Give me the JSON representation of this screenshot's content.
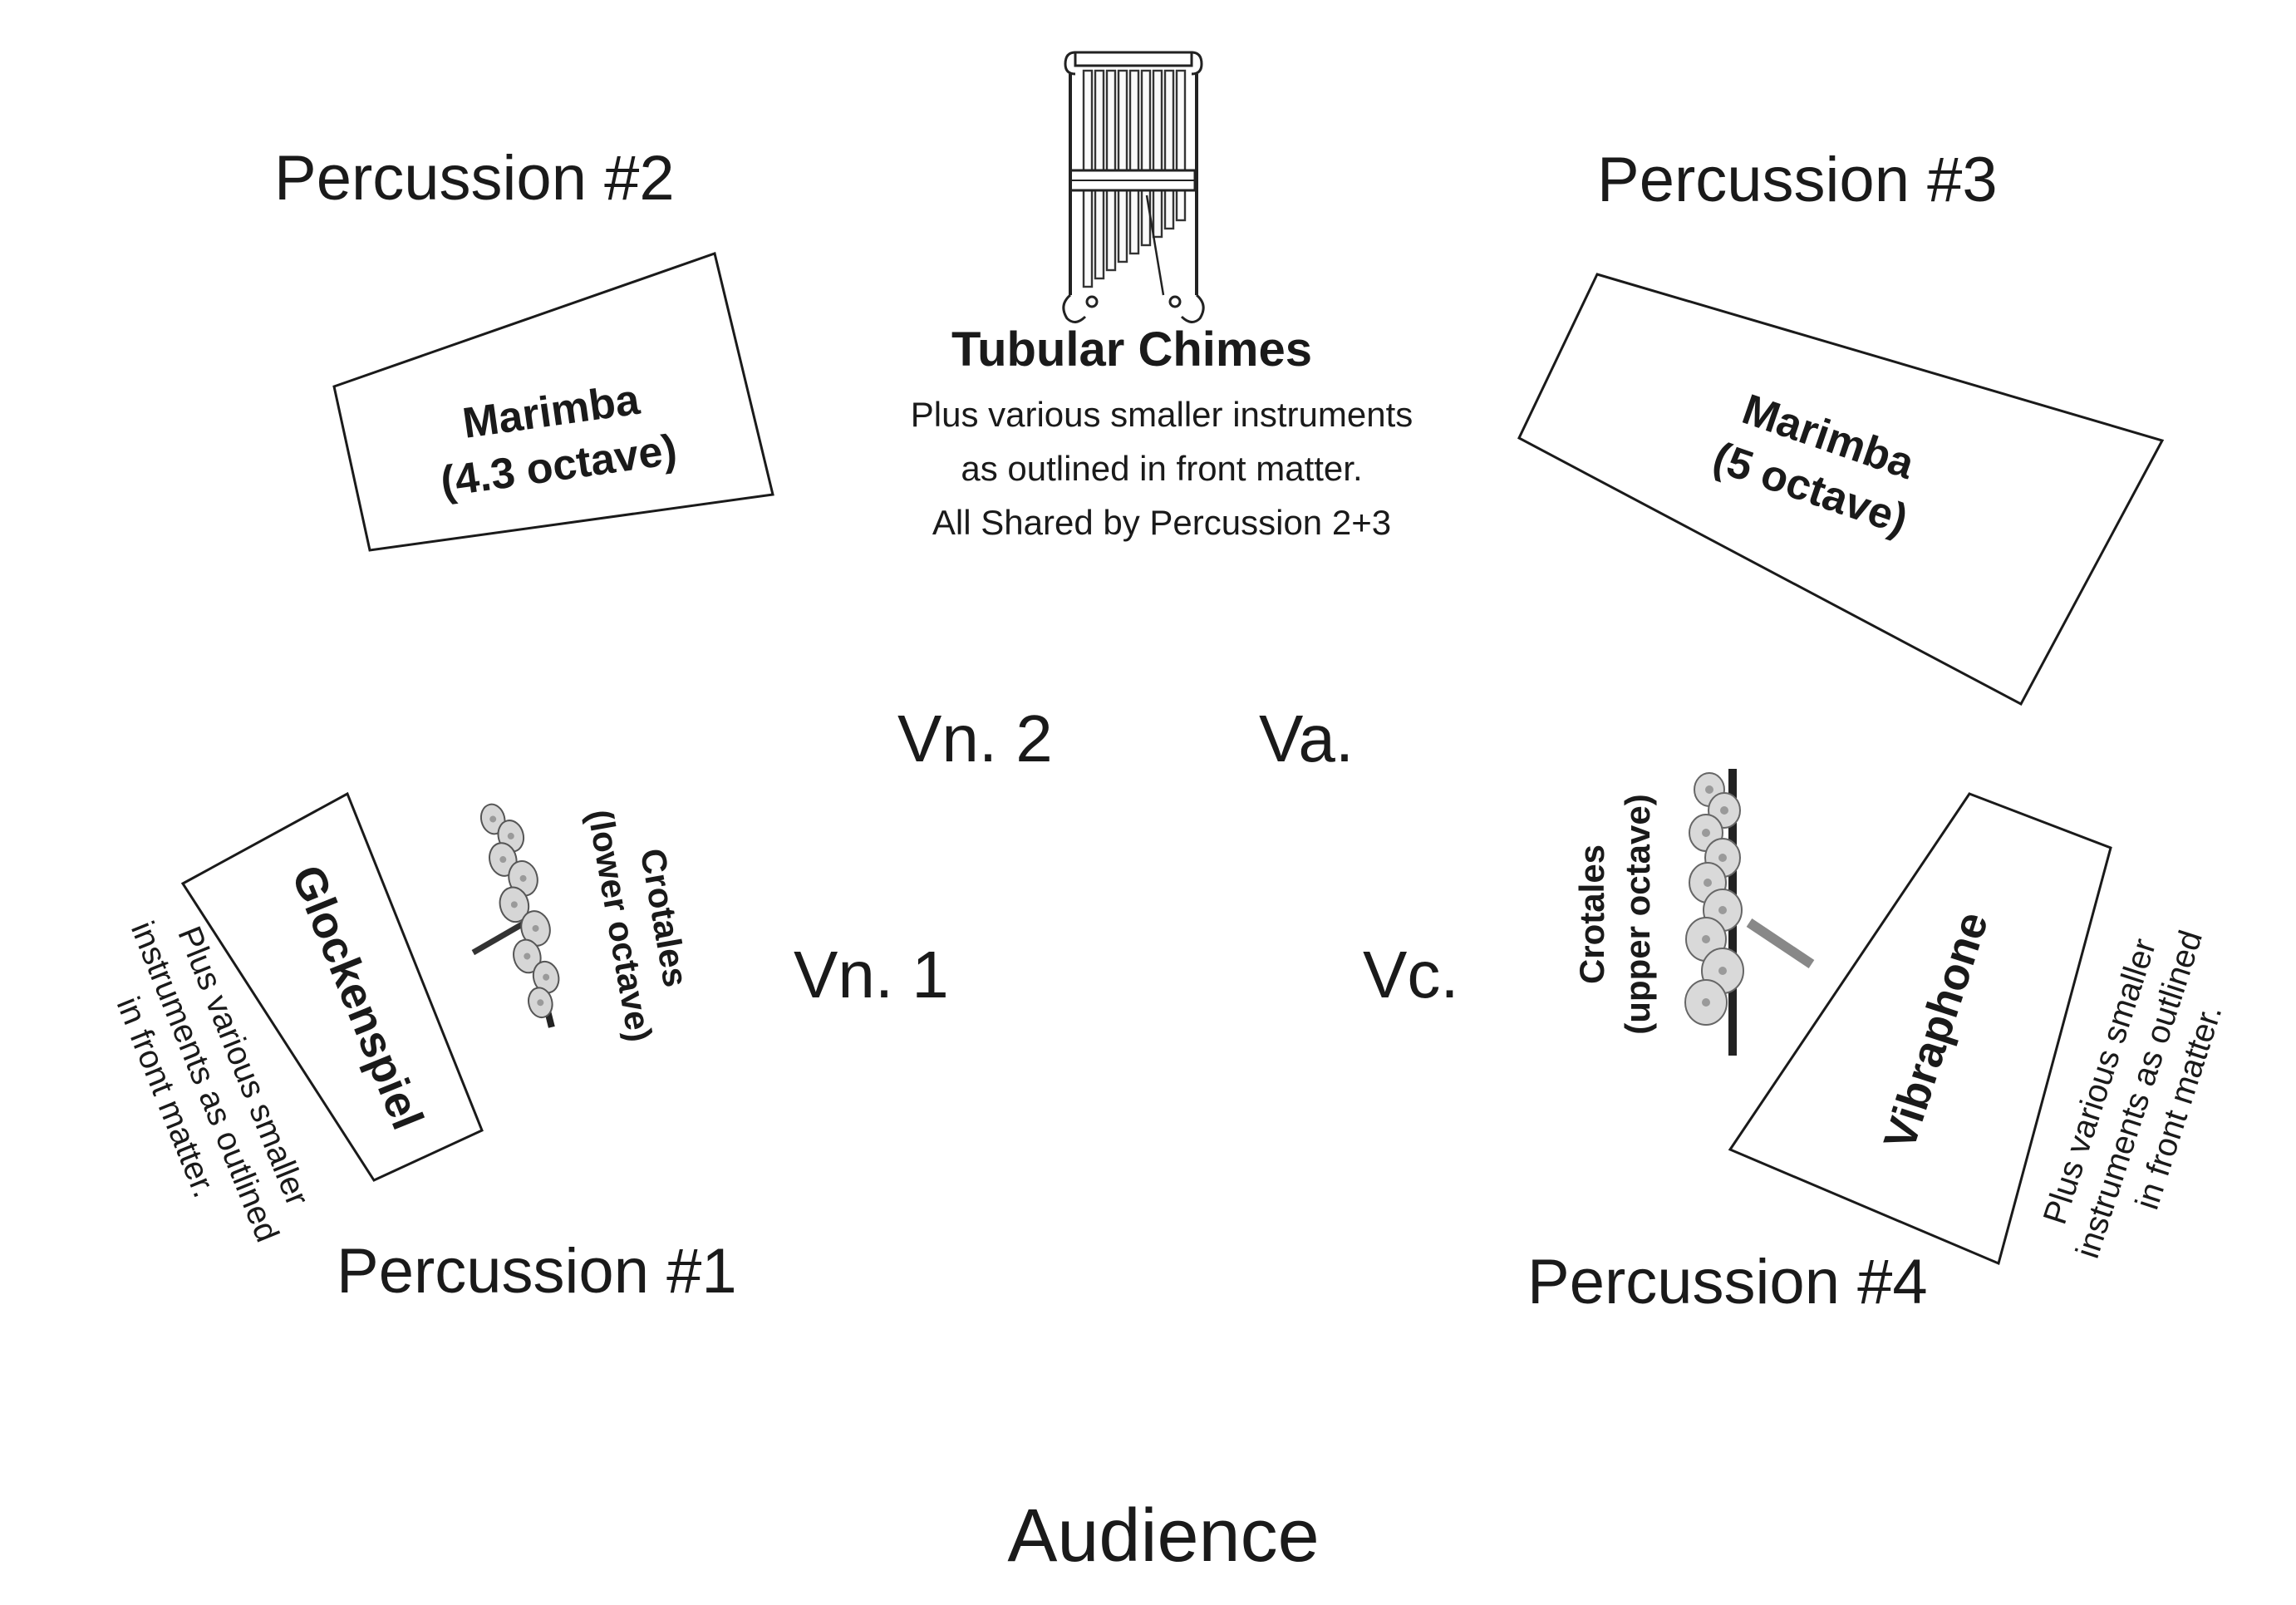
{
  "labels": {
    "percussion_1": "Percussion #1",
    "percussion_2": "Percussion #2",
    "percussion_3": "Percussion #3",
    "percussion_4": "Percussion #4",
    "audience": "Audience",
    "vn1": "Vn. 1",
    "vn2": "Vn. 2",
    "va": "Va.",
    "vc": "Vc."
  },
  "center": {
    "title": "Tubular Chimes",
    "line1": "Plus various smaller instruments",
    "line2": "as outlined in front matter.",
    "line3": "All Shared by Percussion 2+3"
  },
  "marimba_left": {
    "line1": "Marimba",
    "line2": "(4.3 octave)"
  },
  "marimba_right": {
    "line1": "Marimba",
    "line2": "(5 octave)"
  },
  "glockenspiel": {
    "label": "Glockenspiel"
  },
  "vibraphone": {
    "label": "Vibraphone"
  },
  "crotales_lower": {
    "line1": "Crotales",
    "line2": "(lower octave)"
  },
  "crotales_upper": {
    "line1": "Crotales",
    "line2": "(upper octave)"
  },
  "note_left": {
    "line1": "Plus various smaller",
    "line2": "instruments as outlined",
    "line3": "in front matter."
  },
  "note_right": {
    "line1": "Plus various smaller",
    "line2": "instruments as outlined",
    "line3": "in front matter."
  },
  "icons": [
    "tubular-chimes-icon",
    "crotales-lower-icon",
    "crotales-upper-icon"
  ]
}
